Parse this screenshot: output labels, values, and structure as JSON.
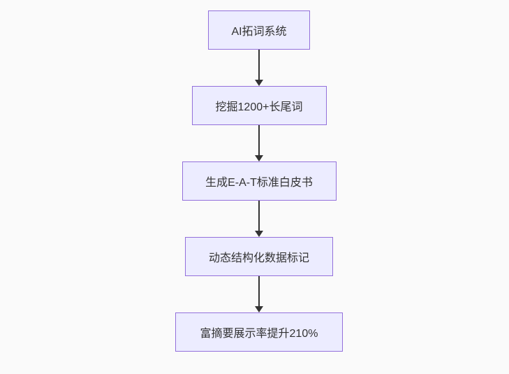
{
  "diagram": {
    "type": "flowchart",
    "direction": "top-down",
    "colors": {
      "background": "#fafafa",
      "node_fill": "#ececff",
      "node_border": "#9370db",
      "arrow": "#333333",
      "text": "#333333"
    },
    "nodes": [
      {
        "label": "AI拓词系统"
      },
      {
        "label": "挖掘1200+长尾词"
      },
      {
        "label": "生成E-A-T标准白皮书"
      },
      {
        "label": "动态结构化数据标记"
      },
      {
        "label": "富摘要展示率提升210%"
      }
    ],
    "edges": [
      {
        "from": "AI拓词系统",
        "to": "挖掘1200+长尾词"
      },
      {
        "from": "挖掘1200+长尾词",
        "to": "生成E-A-T标准白皮书"
      },
      {
        "from": "生成E-A-T标准白皮书",
        "to": "动态结构化数据标记"
      },
      {
        "from": "动态结构化数据标记",
        "to": "富摘要展示率提升210%"
      }
    ]
  }
}
